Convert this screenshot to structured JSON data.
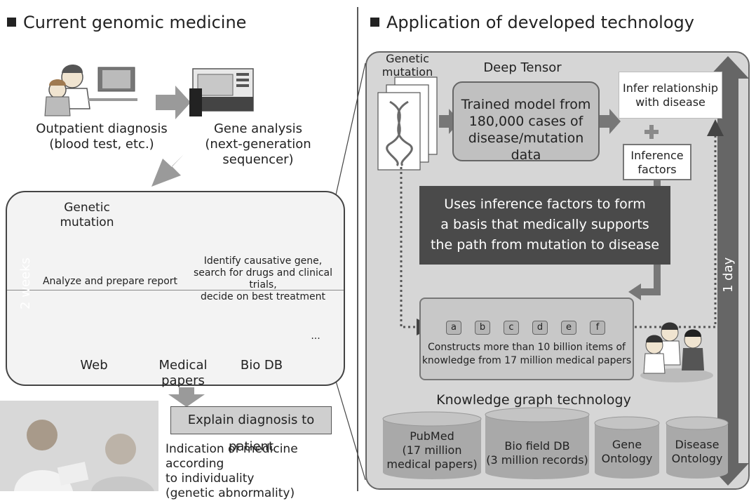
{
  "left_title": "Current genomic medicine",
  "right_title": "Application of developed technology",
  "outpatient": {
    "line1": "Outpatient diagnosis",
    "line2": "(blood test, etc.)"
  },
  "gene_analysis": {
    "line1": "Gene analysis",
    "line2": "(next-generation sequencer)"
  },
  "left_genetic_mutation": {
    "line1": "Genetic",
    "line2": "mutation"
  },
  "analyze_label": "Analyze and prepare report",
  "identify": {
    "line1": "Identify causative gene,",
    "line2": "search for drugs and clinical trials,",
    "line3": "decide on best treatment"
  },
  "two_weeks": "2 weeks",
  "sources": {
    "web": "Web",
    "papers": "Medical papers",
    "biodb": "Bio DB",
    "more": "..."
  },
  "explain_label": "Explain diagnosis to patient",
  "indication": {
    "line1": "Indication of medicine according",
    "line2": "to individuality",
    "line3": "(genetic abnormality)"
  },
  "right_genetic_mutation": {
    "line1": "Genetic",
    "line2": "mutation"
  },
  "deep_tensor": "Deep Tensor",
  "trained_model": {
    "line1": "Trained model from",
    "line2": "180,000 cases of",
    "line3": "disease/mutation data"
  },
  "infer": {
    "line1": "Infer relationship",
    "line2": "with disease"
  },
  "inference_factors": {
    "line1": "Inference",
    "line2": "factors"
  },
  "uses_text": {
    "line1": "Uses inference factors to form",
    "line2": "a basis that medically supports",
    "line3": "the path from mutation to disease"
  },
  "nodes": [
    "a",
    "b",
    "c",
    "d",
    "e",
    "f"
  ],
  "constructs": {
    "line1": "Constructs more than 10 billion items of",
    "line2": "knowledge from 17 million medical papers"
  },
  "kg_label": "Knowledge graph technology",
  "one_day": "1 day",
  "databases": {
    "pubmed": {
      "line1": "PubMed",
      "line2": "(17 million",
      "line3": "medical papers)"
    },
    "biofield": {
      "line1": "Bio field DB",
      "line2": "(3 million records)"
    },
    "gene_ontology": {
      "line1": "Gene",
      "line2": "Ontology"
    },
    "disease_ontology": {
      "line1": "Disease",
      "line2": "Ontology"
    }
  }
}
